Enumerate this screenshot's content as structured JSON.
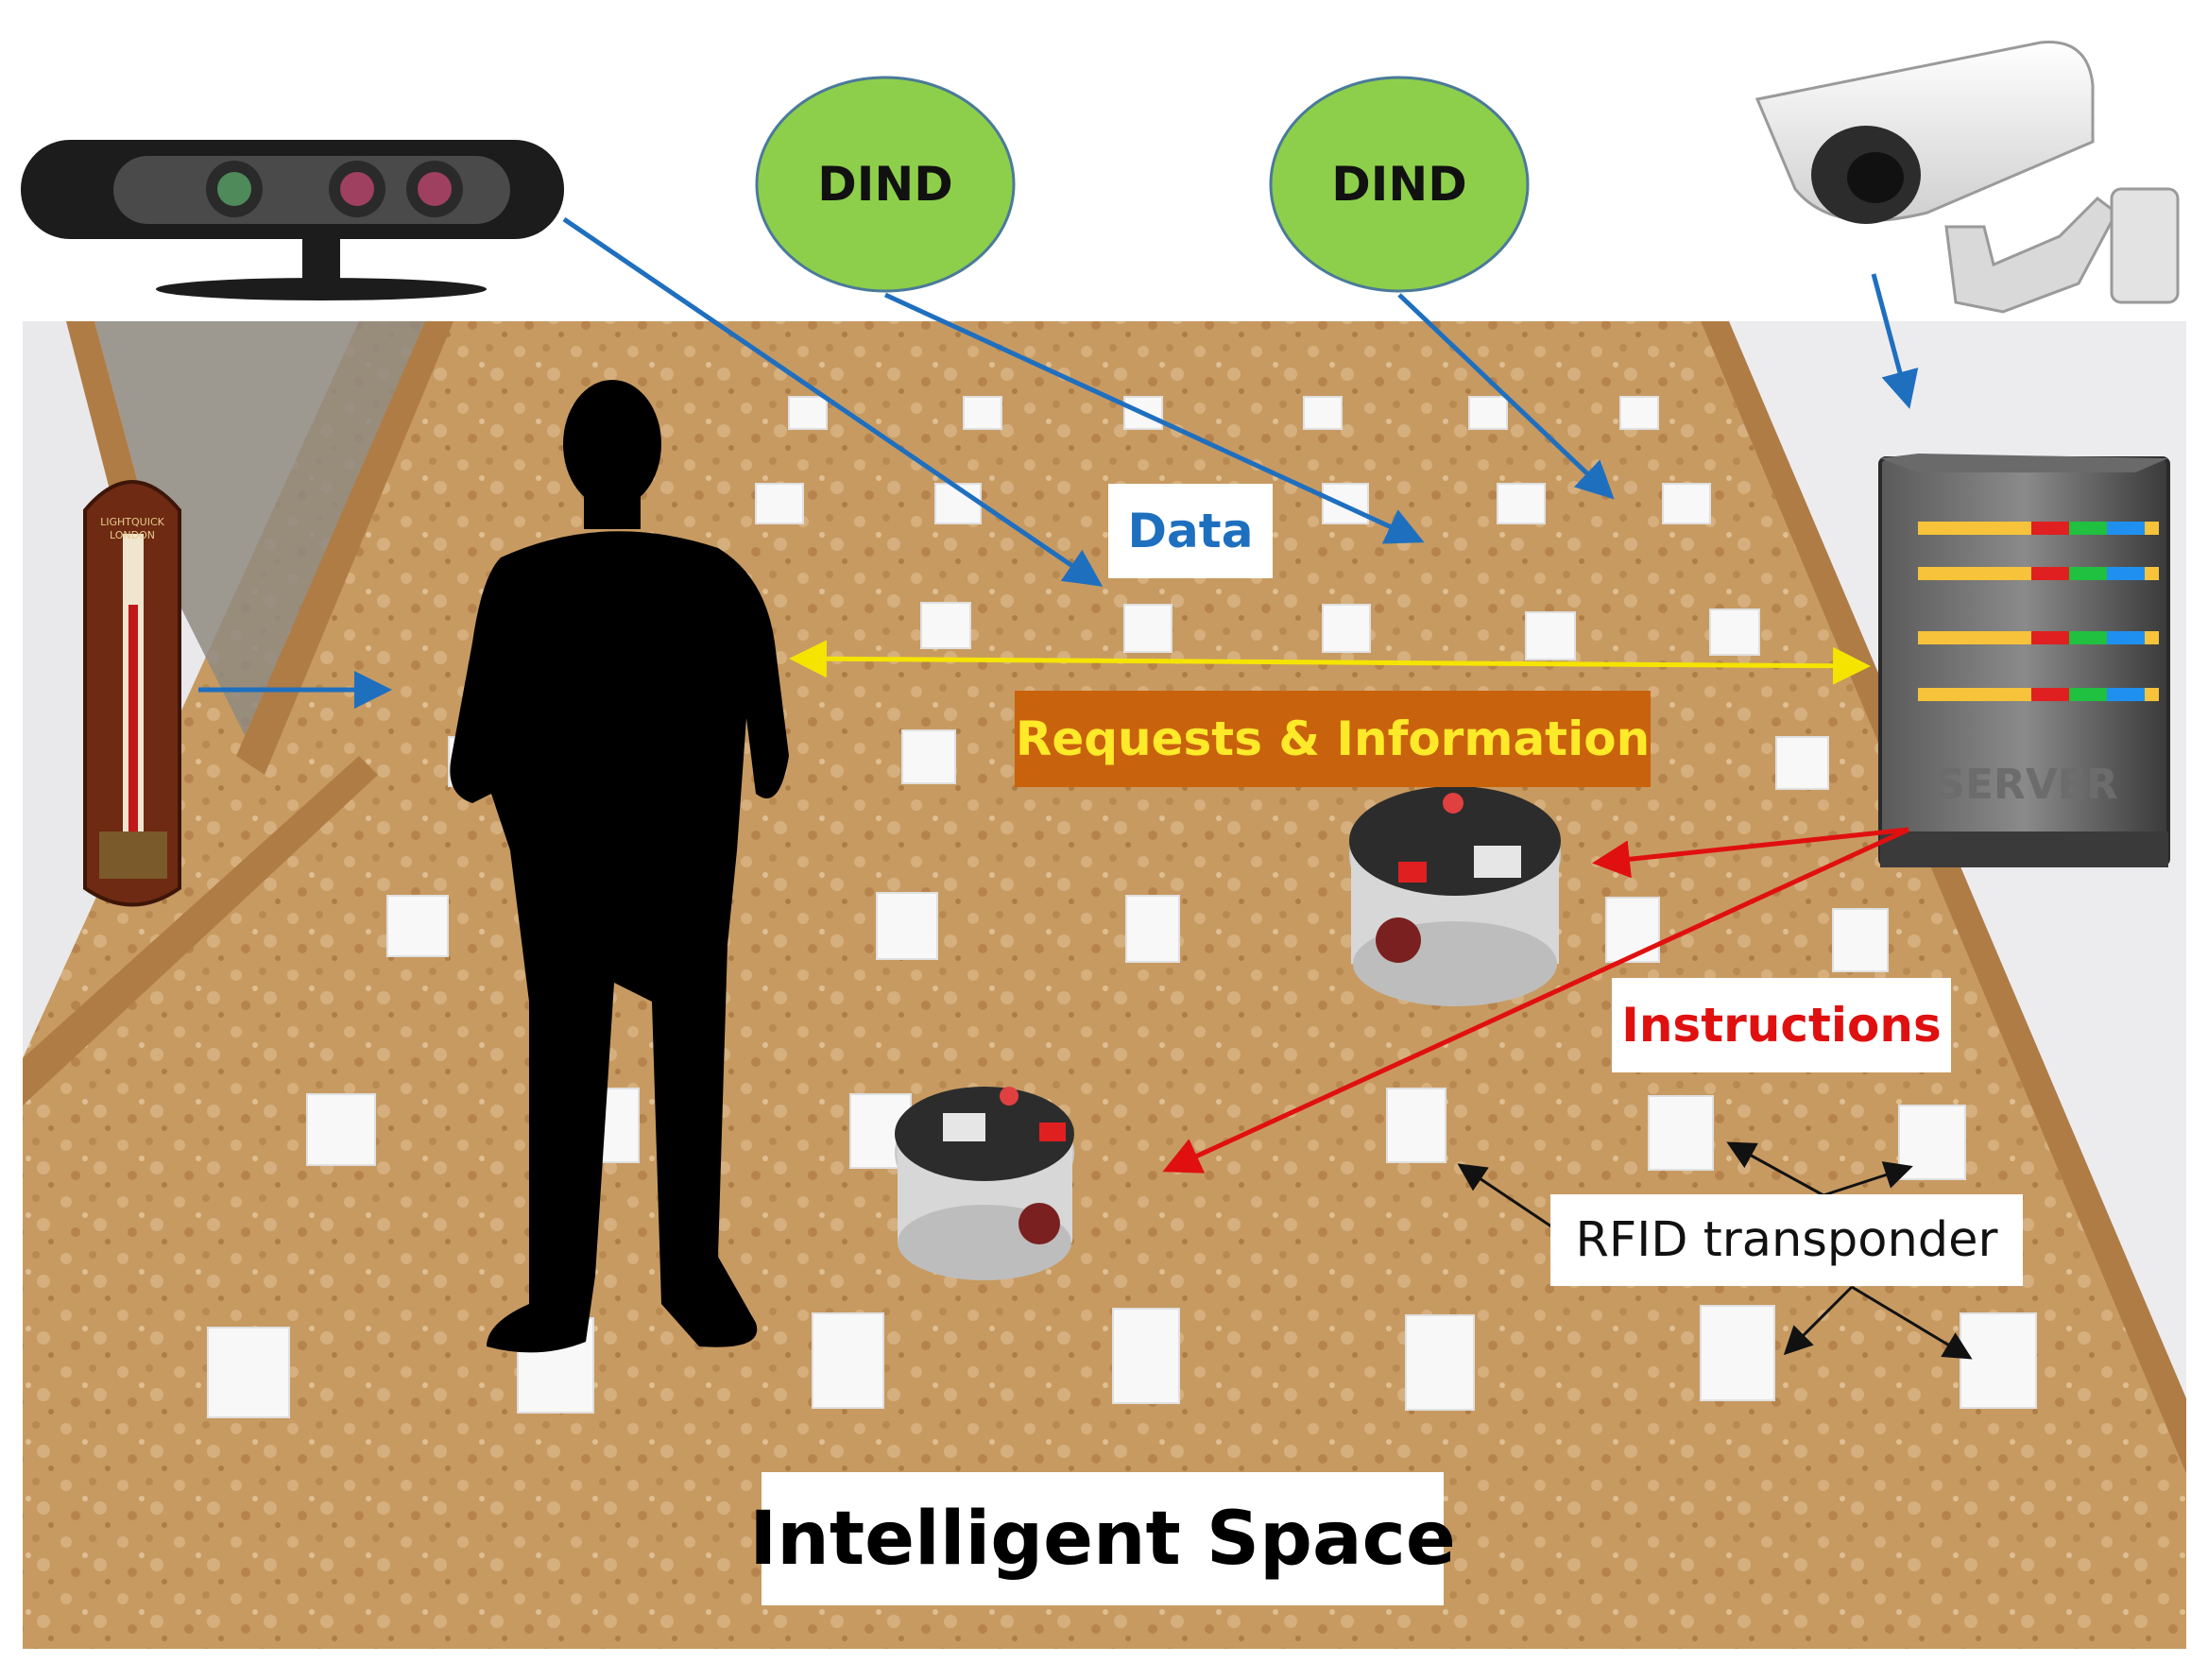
{
  "nodes": {
    "dind_1": "DIND",
    "dind_2": "DIND"
  },
  "labels": {
    "data": "Data",
    "requests_information": "Requests & Information",
    "instructions": "Instructions",
    "rfid_transponder": "RFID transponder",
    "intelligent_space": "Intelligent Space"
  },
  "server_text": "SERVER",
  "thermometer_text": {
    "maker": "LIGHTQUICK",
    "city": "LONDON"
  },
  "colors": {
    "data_arrow": "#1f6fbf",
    "requests_arrow": "#f5e400",
    "instructions_arrow": "#e01010",
    "dind_fill": "#8dcf4a",
    "requests_box": "#c9620d"
  }
}
